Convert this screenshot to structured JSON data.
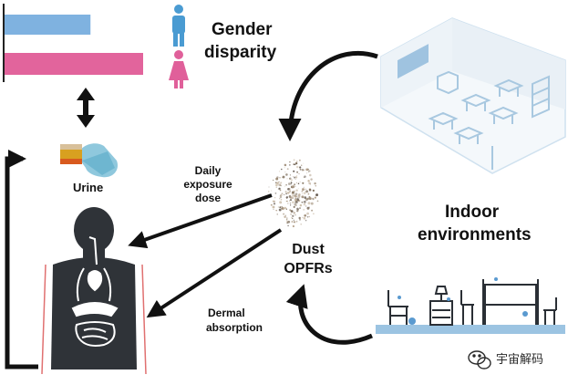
{
  "labels": {
    "gender_line1": "Gender",
    "gender_line2": "disparity",
    "urine": "Urine",
    "daily_line1": "Daily",
    "daily_line2": "exposure",
    "daily_line3": "dose",
    "dust_line1": "Dust",
    "dust_line2": "OPFRs",
    "dermal_line1": "Dermal",
    "dermal_line2": "absorption",
    "indoor_line1": "Indoor",
    "indoor_line2": "environments"
  },
  "gender_bars": {
    "male_value": 0.62,
    "female_value": 1.0
  },
  "colors": {
    "male": "#7fb2e0",
    "female": "#e2649c",
    "male_icon": "#4a9bd2",
    "female_icon": "#e0609a",
    "body": "#2f3338",
    "arrow": "#111111",
    "room": "#cfe1ef"
  },
  "watermark": {
    "text": "宇宙解码",
    "icon": "wechat-icon"
  }
}
